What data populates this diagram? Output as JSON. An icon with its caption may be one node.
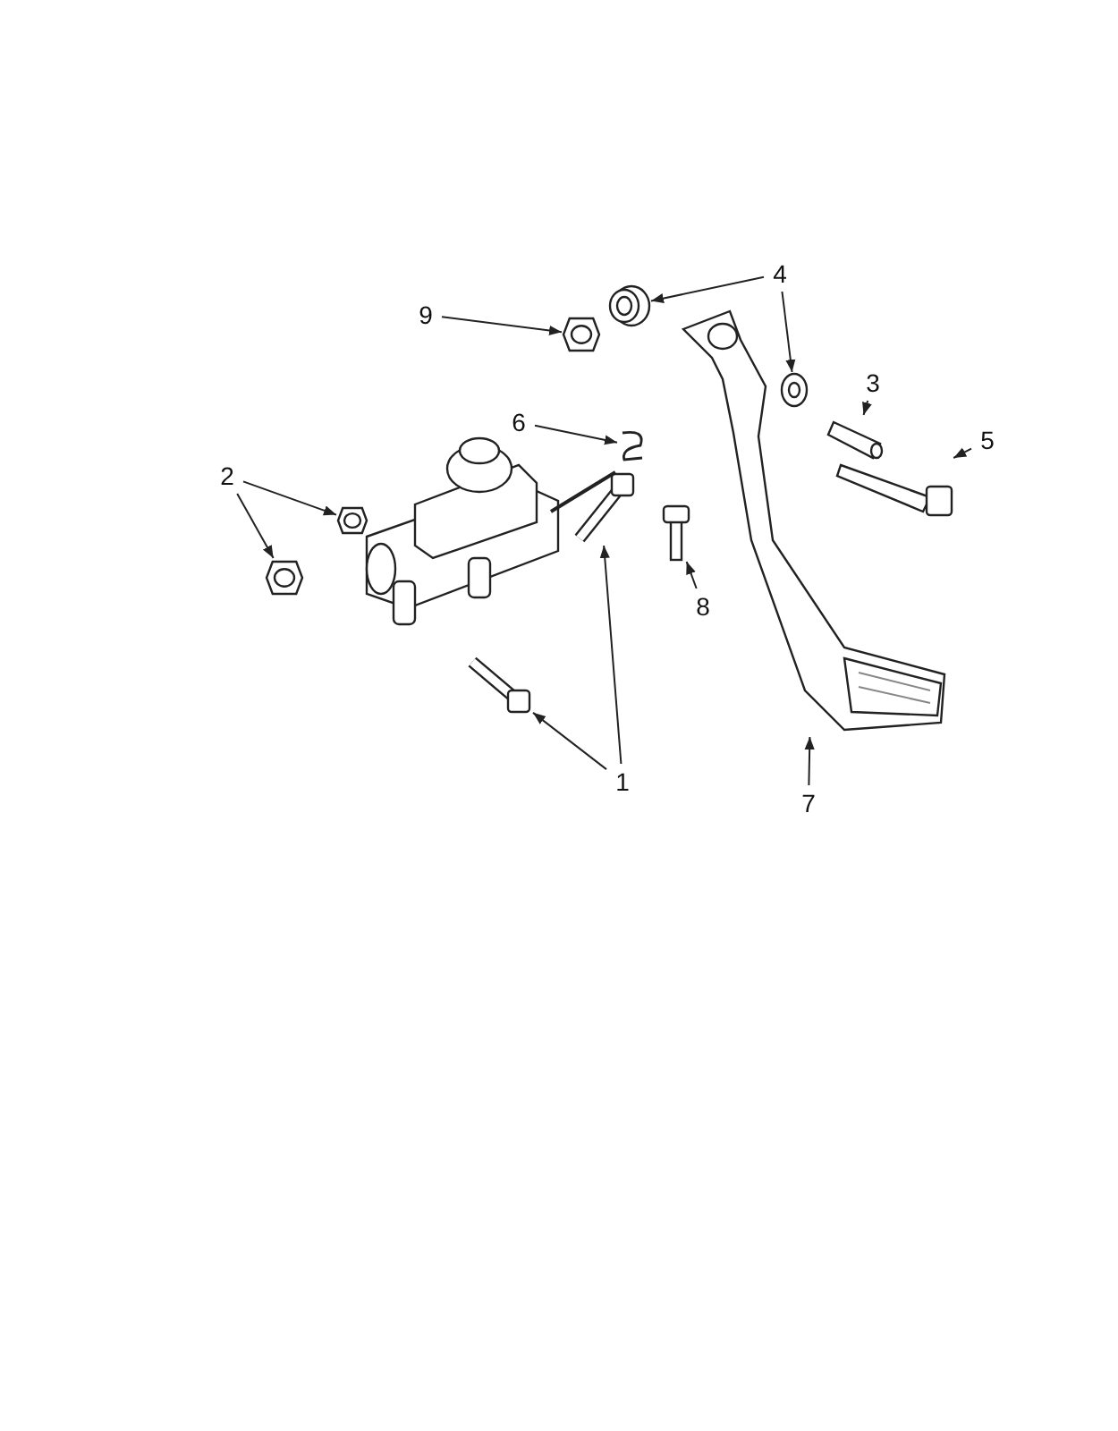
{
  "diagram": {
    "nodes": [
      {
        "text": [
          "9"
        ]
      },
      {
        "text": [],
        "shape": "picture"
      },
      {
        "text": [
          "4"
        ]
      },
      {
        "text": [],
        "shape": "picture"
      },
      {
        "text": [],
        "shape": "picture"
      },
      {
        "text": [
          "3"
        ]
      },
      {
        "text": [],
        "shape": "picture"
      },
      {
        "text": [
          "5"
        ]
      },
      {
        "text": [],
        "shape": "picture"
      },
      {
        "text": [
          "6"
        ]
      },
      {
        "text": [],
        "shape": "picture"
      },
      {
        "text": [
          "2"
        ]
      },
      {
        "text": [],
        "shape": "picture"
      },
      {
        "text": [],
        "shape": "picture"
      },
      {
        "text": [
          "8"
        ]
      },
      {
        "text": [],
        "shape": "picture"
      },
      {
        "text": [
          "1"
        ]
      },
      {
        "text": [],
        "shape": "picture"
      },
      {
        "text": [],
        "shape": "picture"
      },
      {
        "text": [
          "7"
        ]
      },
      {
        "text": [],
        "shape": "picture"
      }
    ],
    "edges": [
      {
        "from": 0,
        "to": 1,
        "arrow": "to"
      },
      {
        "from": 2,
        "to": 3,
        "arrow": "to"
      },
      {
        "from": 2,
        "to": 4,
        "arrow": "to"
      },
      {
        "from": 5,
        "to": 6,
        "arrow": "to"
      },
      {
        "from": 7,
        "to": 8,
        "arrow": "to"
      },
      {
        "from": 9,
        "to": 10,
        "arrow": "to"
      },
      {
        "from": 11,
        "to": 12,
        "arrow": "to"
      },
      {
        "from": 11,
        "to": 13,
        "arrow": "to"
      },
      {
        "from": 14,
        "to": 15,
        "arrow": "to"
      },
      {
        "from": 16,
        "to": 17,
        "arrow": "to"
      },
      {
        "from": 16,
        "to": 18,
        "arrow": "to"
      },
      {
        "from": 19,
        "to": 20,
        "arrow": "to"
      }
    ]
  }
}
